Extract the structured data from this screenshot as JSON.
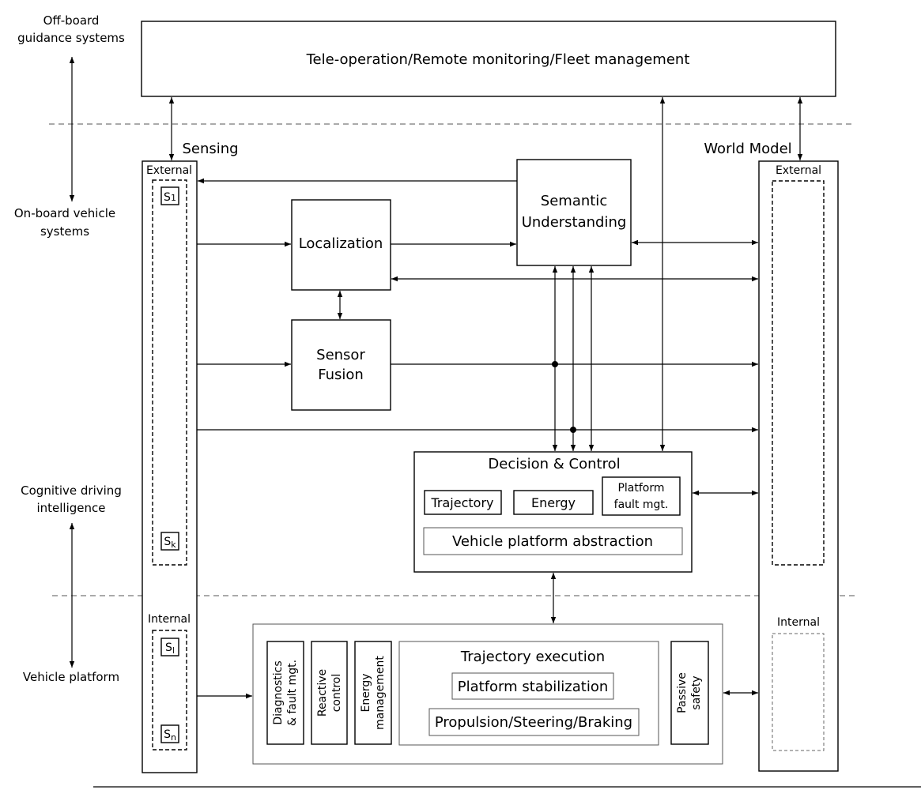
{
  "side_labels": {
    "offboard_line1": "Off-board",
    "offboard_line2": "guidance systems",
    "onboard_line1": "On-board vehicle",
    "onboard_line2": "systems",
    "cognitive_line1": "Cognitive driving",
    "cognitive_line2": "intelligence",
    "platform": "Vehicle platform"
  },
  "top_box": "Tele-operation/Remote monitoring/Fleet management",
  "sensing": {
    "title": "Sensing",
    "external": "External",
    "internal": "Internal",
    "s1": "S",
    "s1_sub": "1",
    "sk": "S",
    "sk_sub": "k",
    "sl": "S",
    "sl_sub": "l",
    "sn": "S",
    "sn_sub": "n"
  },
  "world_model": {
    "title": "World Model",
    "external": "External",
    "internal": "Internal"
  },
  "localization": "Localization",
  "sensor_fusion": {
    "line1": "Sensor",
    "line2": "Fusion"
  },
  "semantic": {
    "line1": "Semantic",
    "line2": "Understanding"
  },
  "decision": {
    "title": "Decision & Control",
    "trajectory": "Trajectory",
    "energy": "Energy",
    "platform_fault_line1": "Platform",
    "platform_fault_line2": "fault mgt.",
    "abstraction": "Vehicle platform abstraction"
  },
  "platform_block": {
    "diagnostics_line1": "Diagnostics",
    "diagnostics_line2": "& fault mgt.",
    "reactive_line1": "Reactive",
    "reactive_line2": "control",
    "energy_line1": "Energy",
    "energy_line2": "management",
    "traj_exec": "Trajectory execution",
    "stabilization": "Platform stabilization",
    "propulsion": "Propulsion/Steering/Braking",
    "passive_line1": "Passive",
    "passive_line2": "safety"
  }
}
